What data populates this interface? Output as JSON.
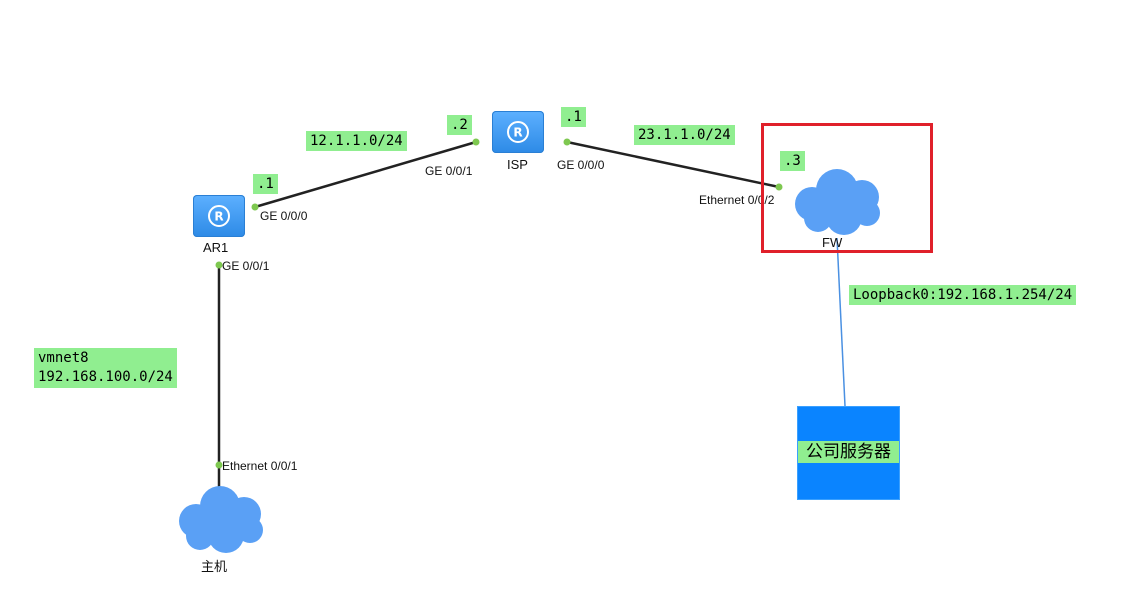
{
  "devices": {
    "ar1": {
      "label": "AR1",
      "type": "router"
    },
    "isp": {
      "label": "ISP",
      "type": "router"
    },
    "fw": {
      "label": "FW",
      "type": "cloud"
    },
    "host": {
      "label": "主机",
      "type": "cloud"
    },
    "server": {
      "label": "公司服务器",
      "type": "server"
    }
  },
  "ports": {
    "ar1_g000": "GE 0/0/0",
    "ar1_g001": "GE 0/0/1",
    "isp_g001": "GE 0/0/1",
    "isp_g000": "GE 0/0/0",
    "fw_eth002": "Ethernet 0/0/2",
    "host_eth001": "Ethernet 0/0/1"
  },
  "tags": {
    "net_12": "12.1.1.0/24",
    "net_23": "23.1.1.0/24",
    "ar1_ip": ".1",
    "isp_left_ip": ".2",
    "isp_right_ip": ".1",
    "fw_ip": ".3",
    "loopback": "Loopback0:192.168.1.254/24",
    "vmnet_name": "vmnet8",
    "vmnet_net": "192.168.100.0/24"
  },
  "colors": {
    "tag_bg": "#90ee90",
    "device_blue": "#3f8fe8",
    "cloud_blue": "#5aa0f5",
    "highlight": "#e0202a",
    "link_black": "#222222",
    "link_blue": "#4a90e2",
    "port_dot": "#7ec850"
  }
}
